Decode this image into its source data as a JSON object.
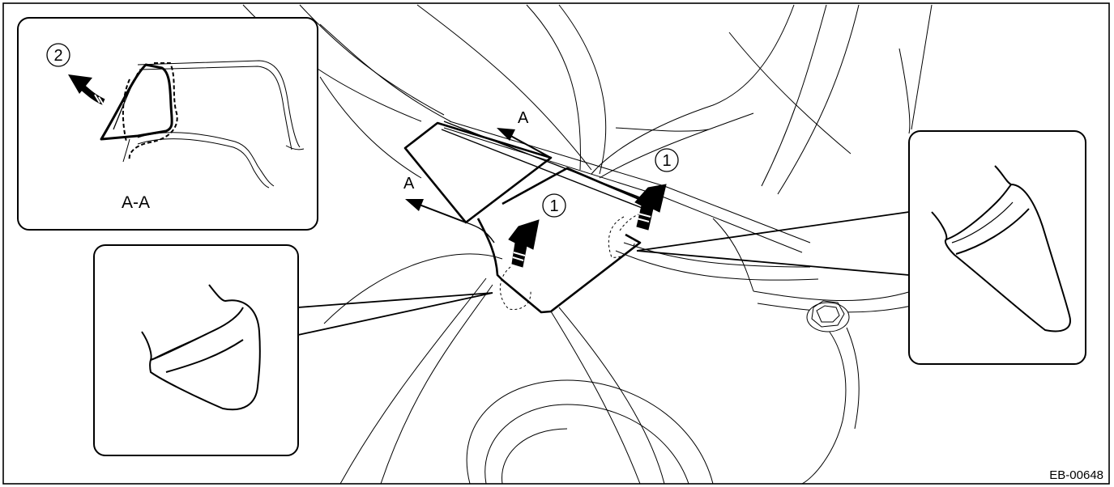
{
  "figure": {
    "id_code": "EB-00648",
    "section_title": "A-A",
    "section_marker_label": "A",
    "callouts": {
      "one": "1",
      "two": "2"
    }
  },
  "colors": {
    "line": "#000000",
    "background": "#ffffff"
  }
}
